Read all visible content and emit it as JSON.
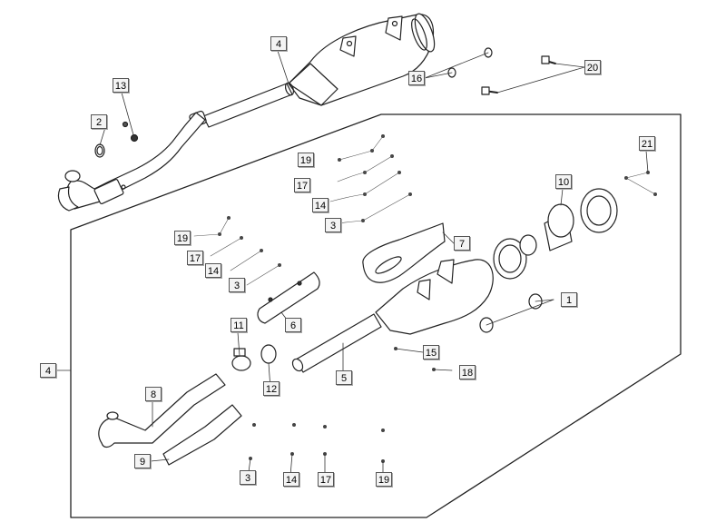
{
  "callouts": [
    {
      "id": "c4-top",
      "label": "4"
    },
    {
      "id": "c13",
      "label": "13"
    },
    {
      "id": "c2",
      "label": "2"
    },
    {
      "id": "c16",
      "label": "16"
    },
    {
      "id": "c20",
      "label": "20"
    },
    {
      "id": "c19-a",
      "label": "19"
    },
    {
      "id": "c17-a",
      "label": "17"
    },
    {
      "id": "c14-a",
      "label": "14"
    },
    {
      "id": "c3-a",
      "label": "3"
    },
    {
      "id": "c21",
      "label": "21"
    },
    {
      "id": "c10",
      "label": "10"
    },
    {
      "id": "c19-b",
      "label": "19"
    },
    {
      "id": "c17-b",
      "label": "17"
    },
    {
      "id": "c14-b",
      "label": "14"
    },
    {
      "id": "c3-b",
      "label": "3"
    },
    {
      "id": "c7",
      "label": "7"
    },
    {
      "id": "c1",
      "label": "1"
    },
    {
      "id": "c6",
      "label": "6"
    },
    {
      "id": "c11",
      "label": "11"
    },
    {
      "id": "c4-left",
      "label": "4"
    },
    {
      "id": "c15",
      "label": "15"
    },
    {
      "id": "c18",
      "label": "18"
    },
    {
      "id": "c5",
      "label": "5"
    },
    {
      "id": "c12",
      "label": "12"
    },
    {
      "id": "c8",
      "label": "8"
    },
    {
      "id": "c9",
      "label": "9"
    },
    {
      "id": "c3-c",
      "label": "3"
    },
    {
      "id": "c14-c",
      "label": "14"
    },
    {
      "id": "c17-c",
      "label": "17"
    },
    {
      "id": "c19-c",
      "label": "19"
    }
  ]
}
